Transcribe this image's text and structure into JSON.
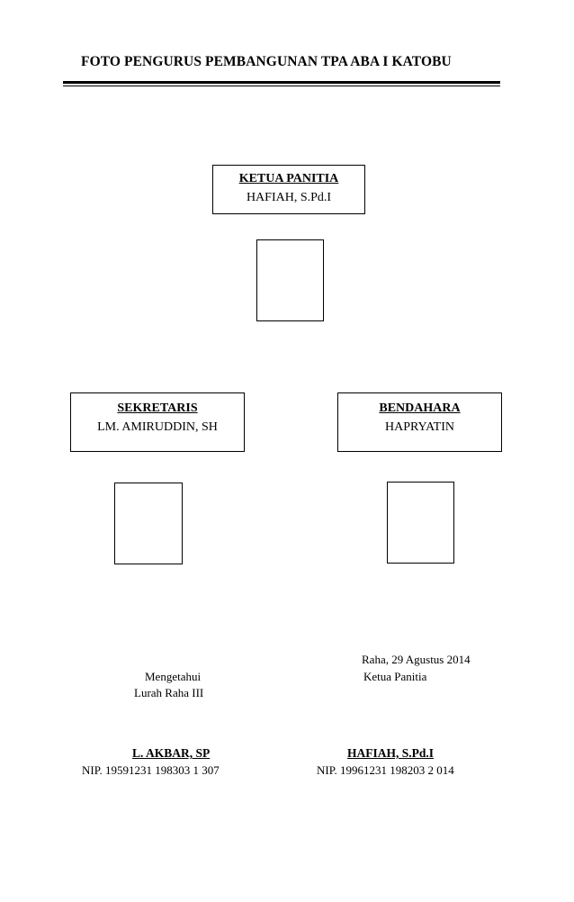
{
  "document": {
    "title": "FOTO PENGURUS PEMBANGUNAN TPA ABA I KATOBU"
  },
  "ketua": {
    "role": "KETUA PANITIA",
    "name": "HAFIAH,  S.Pd.I"
  },
  "sekretaris": {
    "role": "SEKRETARIS",
    "name": "LM.  AMIRUDDIN,  SH"
  },
  "bendahara": {
    "role": "BENDAHARA",
    "name": "HAPRYATIN"
  },
  "signatures": {
    "date_line": "Raha, 29  Agustus 2014",
    "left": {
      "line1": "Mengetahui",
      "line2": "Lurah Raha III",
      "name": "L. AKBAR, SP",
      "nip": "NIP. 19591231  198303  1  307"
    },
    "right": {
      "line1": "Ketua Panitia",
      "name": "HAFIAH, S.Pd.I",
      "nip": "NIP.  19961231  198203  2  014"
    }
  }
}
